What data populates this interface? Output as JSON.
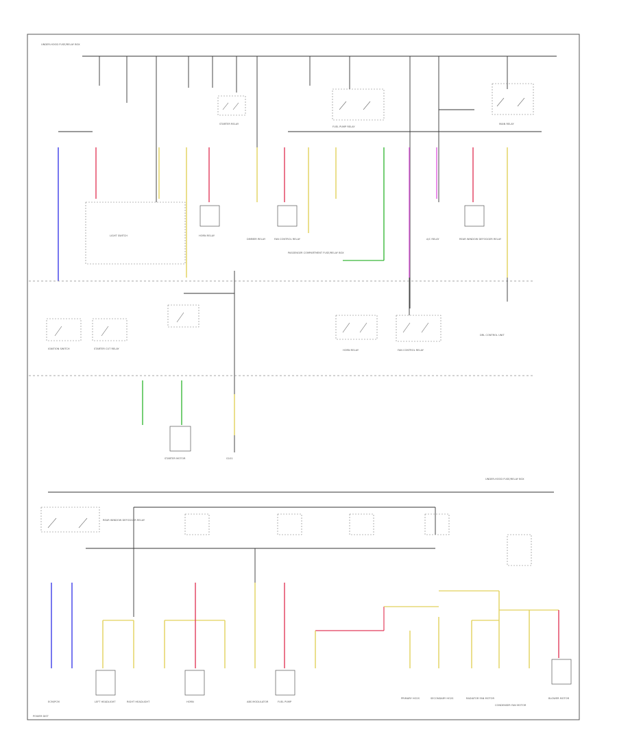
{
  "diagram": {
    "title": "",
    "wire_colors": {
      "red": "#e23a5a",
      "blue": "#3a3ae8",
      "yellow": "#e2d15a",
      "green": "#38b838",
      "magenta": "#e05ae0",
      "orange": "#f0a020",
      "gray": "#888888"
    },
    "labels": {
      "light_switch": "LIGHT SWITCH",
      "starter_relay": "STARTER RELAY",
      "passenger_junction": "PASSENGER COMPARTMENT FUSE/RELAY BOX",
      "fuel_pump_relay": "FUEL PUMP RELAY",
      "main_relay": "MAIN RELAY",
      "ignition_switch": "IGNITION SWITCH",
      "starter_cut_relay": "STARTER CUT RELAY",
      "horn_relay": "HORN RELAY",
      "fan_control_relay": "FAN CONTROL RELAY",
      "ac_relay": "A/C RELAY",
      "dimmer_relay": "DIMMER RELAY",
      "starter_motor": "STARTER MOTOR",
      "ground": "G101",
      "rear_window_defogger_relay": "REAR WINDOW DEFOGGER RELAY",
      "underhood_fuse_box": "UNDER-HOOD FUSE/RELAY BOX",
      "ecm_pcm": "ECM/PCM",
      "abs_modulator": "ABS MODULATOR",
      "radiator_fan_motor": "RADIATOR FAN MOTOR",
      "condenser_fan_motor": "CONDENSER FAN MOTOR",
      "blower_motor": "BLOWER MOTOR",
      "headlight_left": "LEFT HEADLIGHT",
      "headlight_right": "RIGHT HEADLIGHT",
      "horn": "HORN",
      "fuel_pump": "FUEL PUMP",
      "oxygen_sensor_primary": "PRIMARY HO2S",
      "oxygen_sensor_secondary": "SECONDARY HO2S",
      "daytime_running_lights": "DRL CONTROL UNIT",
      "footer": "POWER DIST"
    }
  }
}
